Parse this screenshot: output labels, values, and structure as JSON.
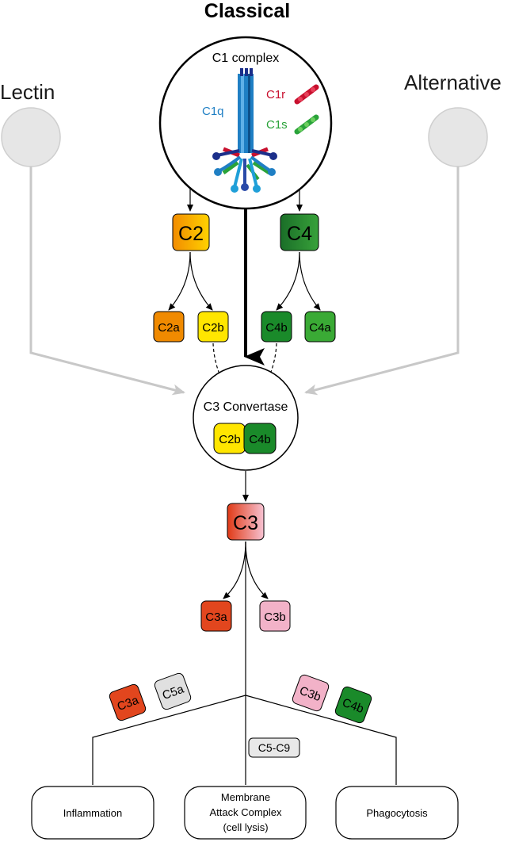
{
  "pathways": {
    "classical": "Classical",
    "lectin": "Lectin",
    "alternative": "Alternative"
  },
  "c1_complex": {
    "title": "C1 complex",
    "c1q": "C1q",
    "c1r": "C1r",
    "c1s": "C1s"
  },
  "components": {
    "c2": "C2",
    "c4": "C4",
    "c2a": "C2a",
    "c2b": "C2b",
    "c4b": "C4b",
    "c4a": "C4a",
    "c3": "C3",
    "c3a": "C3a",
    "c3b": "C3b",
    "c5a": "C5a",
    "c5_c9": "C5-C9"
  },
  "convertase": {
    "title": "C3 Convertase",
    "left": "C2b",
    "right": "C4b"
  },
  "outcomes": {
    "inflammation": "Inflammation",
    "mac_line1": "Membrane",
    "mac_line2": "Attack Complex",
    "mac_line3": "(cell lysis)",
    "phagocytosis": "Phagocytosis"
  },
  "colors": {
    "c2": "#f5a000",
    "c2a": "#f08a00",
    "c2b": "#ffe600",
    "c4": "#1f8a2e",
    "c4b": "#1a8a2a",
    "c4a": "#3aaa35",
    "c3a": "#e2461e",
    "c3b": "#f2b2c8",
    "c5": "#e0e0e0",
    "c1q": "#1f7fc4",
    "c1r": "#c8102e",
    "c1s": "#2aa33a",
    "grey_pathway": "#cccccc"
  }
}
